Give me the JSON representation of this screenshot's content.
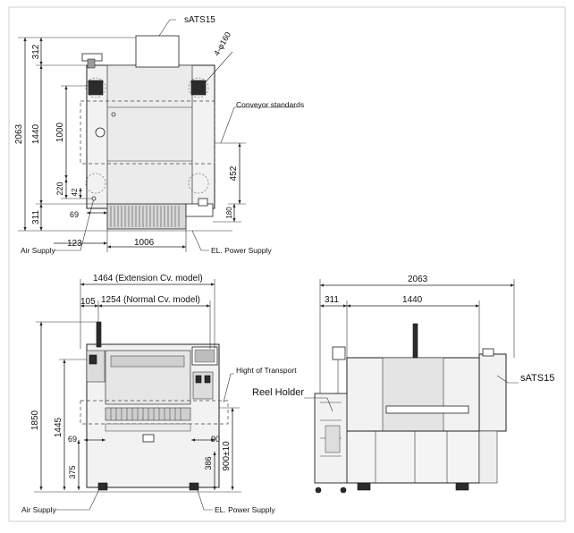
{
  "top_view": {
    "model_label": "sATS15",
    "hole_label": "4-φ160",
    "conveyor_label": "Conveyor standards",
    "dim_2063": "2063",
    "dim_312": "312",
    "dim_1440": "1440",
    "dim_311": "311",
    "dim_1000": "1000",
    "dim_220": "220",
    "dim_42": "42",
    "dim_69": "69",
    "dim_452": "452",
    "dim_180": "180",
    "dim_123": "123",
    "dim_1006": "1006",
    "air_supply": "Air Supply",
    "power_supply": "EL. Power Supply"
  },
  "front_view": {
    "ext_width": "1464 (Extension Cv. model)",
    "dim_105": "105",
    "normal_width": "1254 (Normal Cv. model)",
    "dim_1850": "1850",
    "dim_1445": "1445",
    "dim_375": "375",
    "dim_69": "69",
    "dim_90": "90",
    "dim_386": "386",
    "dim_900": "900±10",
    "transport_label": "Hight of Transport",
    "air_supply": "Air Supply",
    "power_supply": "EL. Power Supply"
  },
  "side_view": {
    "dim_2063": "2063",
    "dim_311": "311",
    "dim_1440": "1440",
    "reel_holder": "Reel Holder",
    "model_label": "sATS15"
  }
}
